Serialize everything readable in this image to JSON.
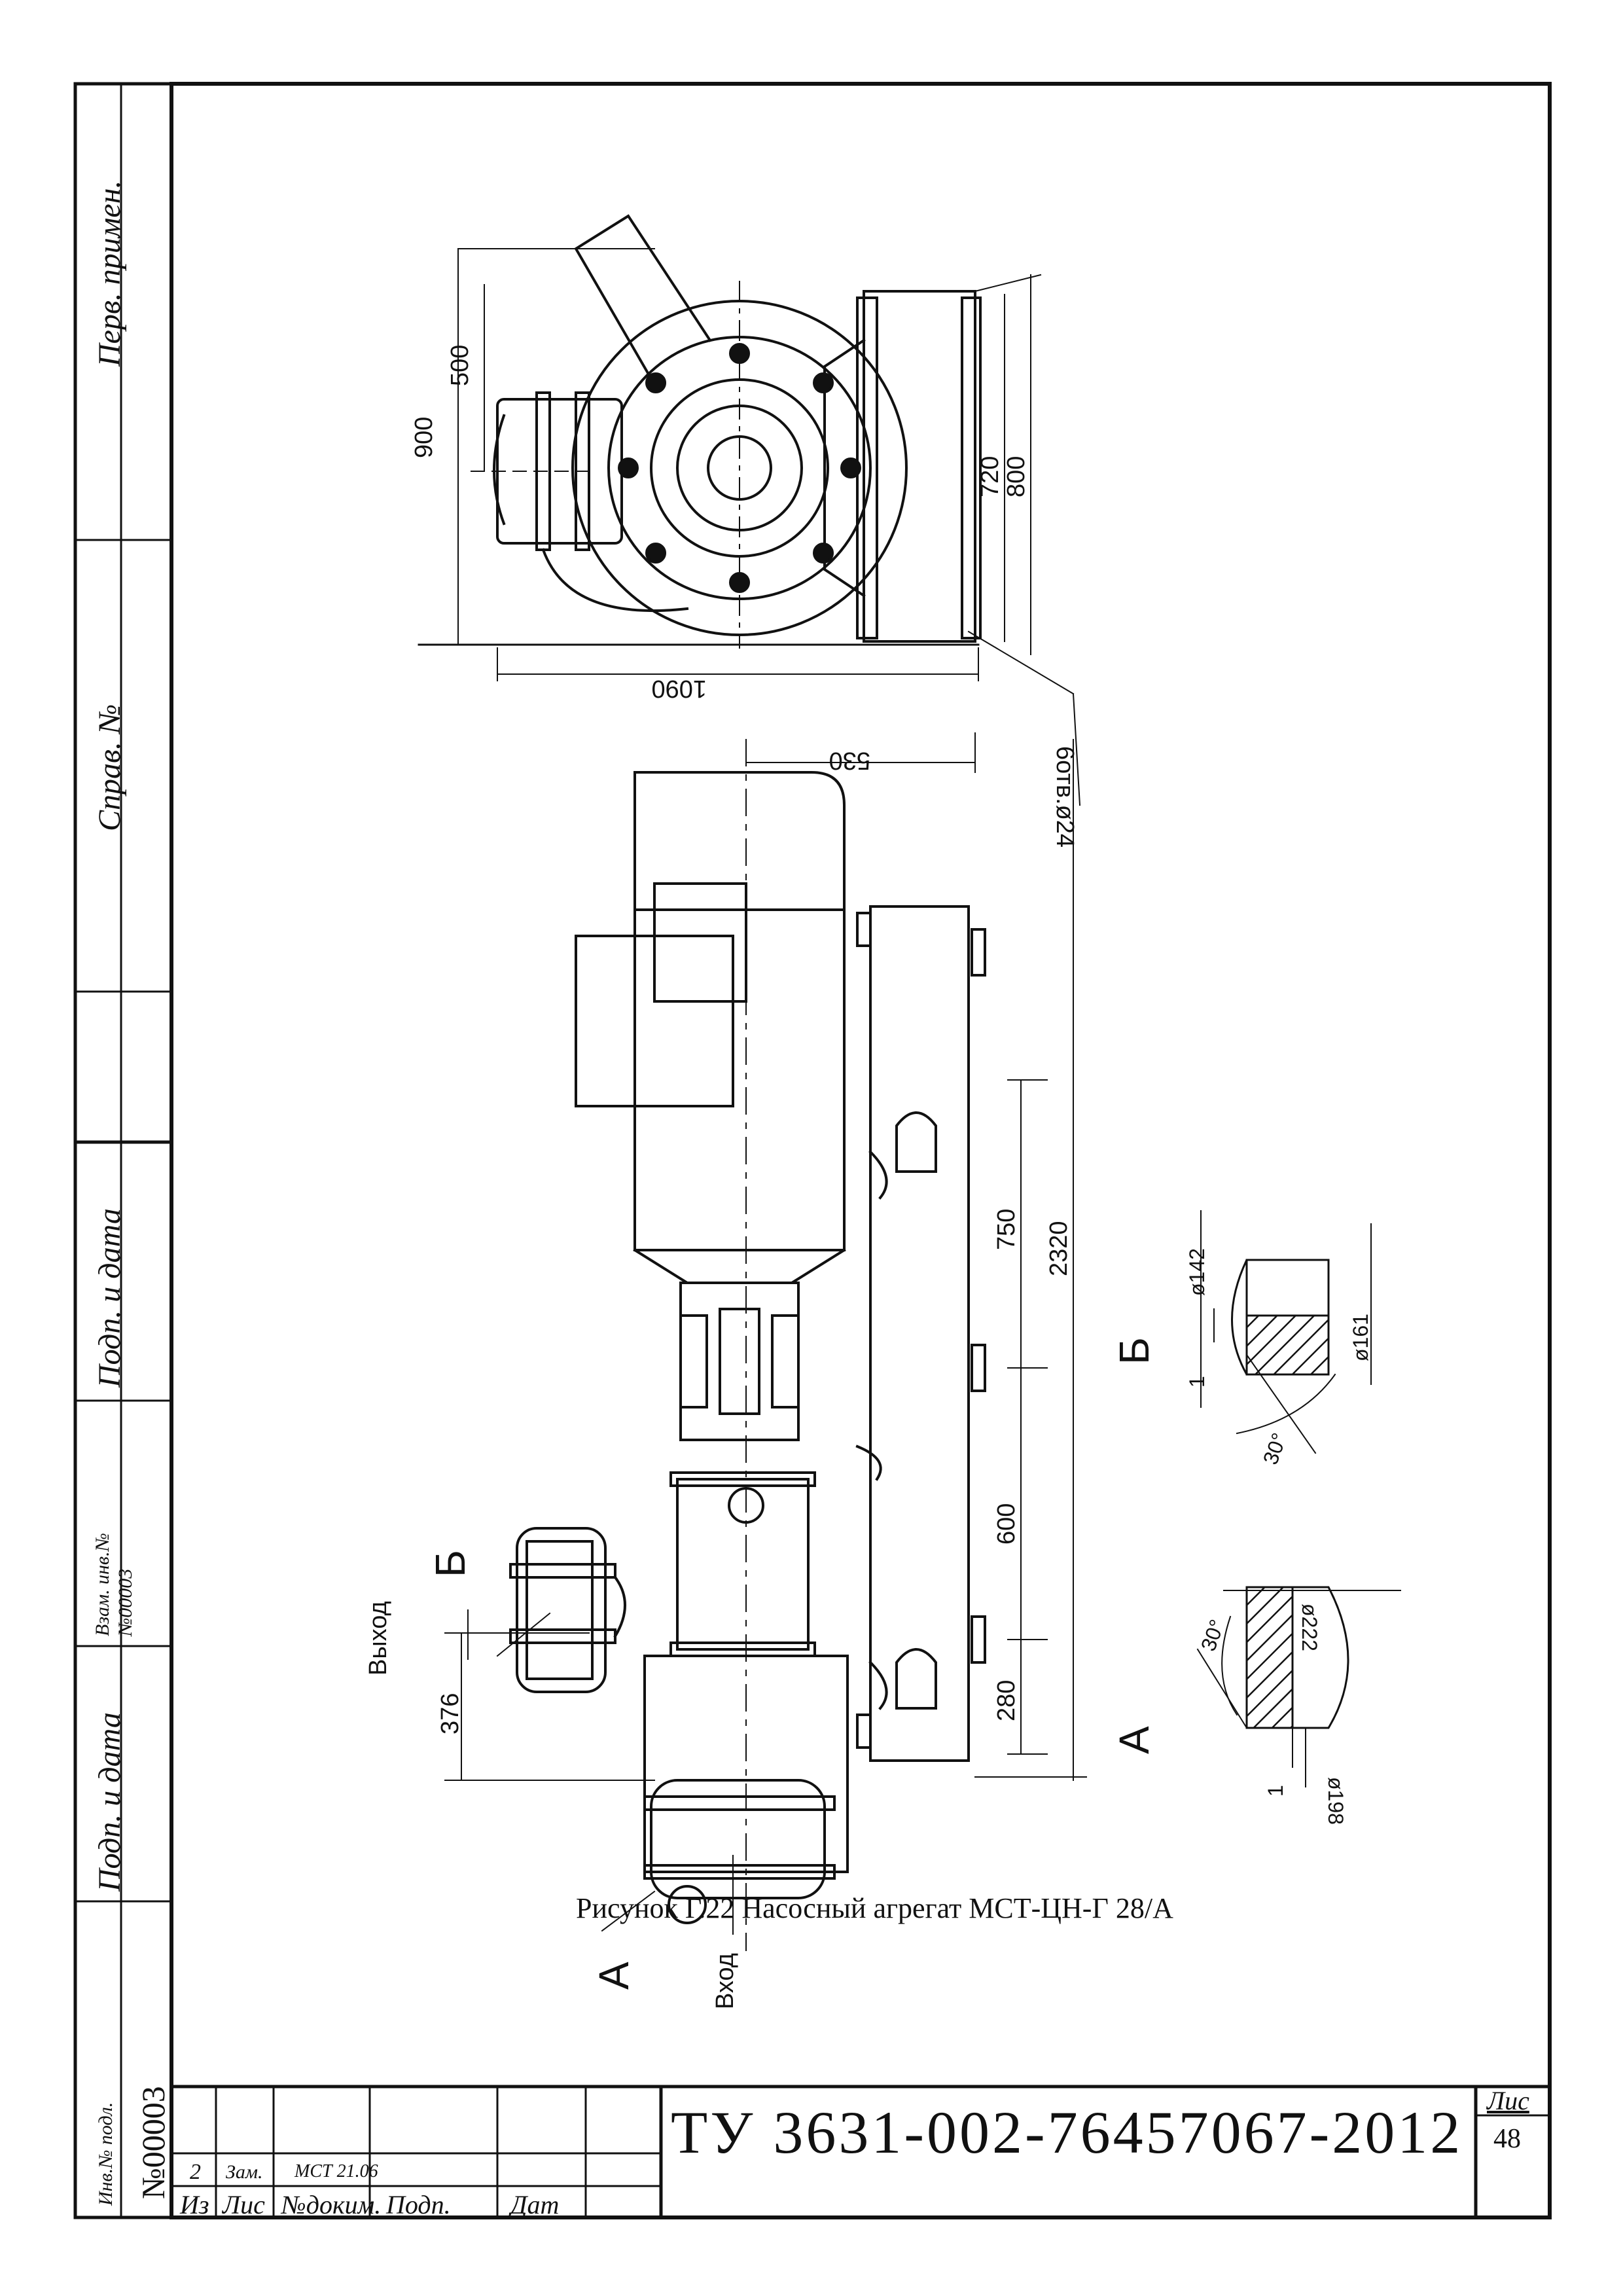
{
  "caption": "Рисунок Г.22 Насосный агрегат МСТ-ЦН-Г 28/А",
  "title_block": {
    "doc_number": "ТУ 3631-002-76457067-2012",
    "sheet_label": "Лис",
    "sheet_number": "48",
    "change_number": "2",
    "change_type": "Зам.",
    "change_doc": "МСТ 21.06",
    "headers": [
      "Из",
      "Лис",
      "№доким.",
      "Подп.",
      "Дат"
    ]
  },
  "side_stamps": [
    "Перв. примен.",
    "Справ. №",
    "Подп. и дата",
    "Взам. инв.№",
    "№00003",
    "Подп. и дата",
    "Инв.№ подл.",
    "№00003"
  ],
  "dimensions": {
    "top_view": [
      "900",
      "500",
      "720",
      "800",
      "1090",
      "6отв.ø24"
    ],
    "side_view": [
      "530",
      "750",
      "2320",
      "600",
      "280",
      "376"
    ]
  },
  "labels": {
    "outlet": "Выход",
    "inlet": "Вход",
    "section_a": "А",
    "section_b": "Б"
  },
  "detail_b": [
    "ø142",
    "ø161",
    "1",
    "30°"
  ],
  "detail_a": [
    "ø222",
    "ø198",
    "1",
    "30°"
  ]
}
